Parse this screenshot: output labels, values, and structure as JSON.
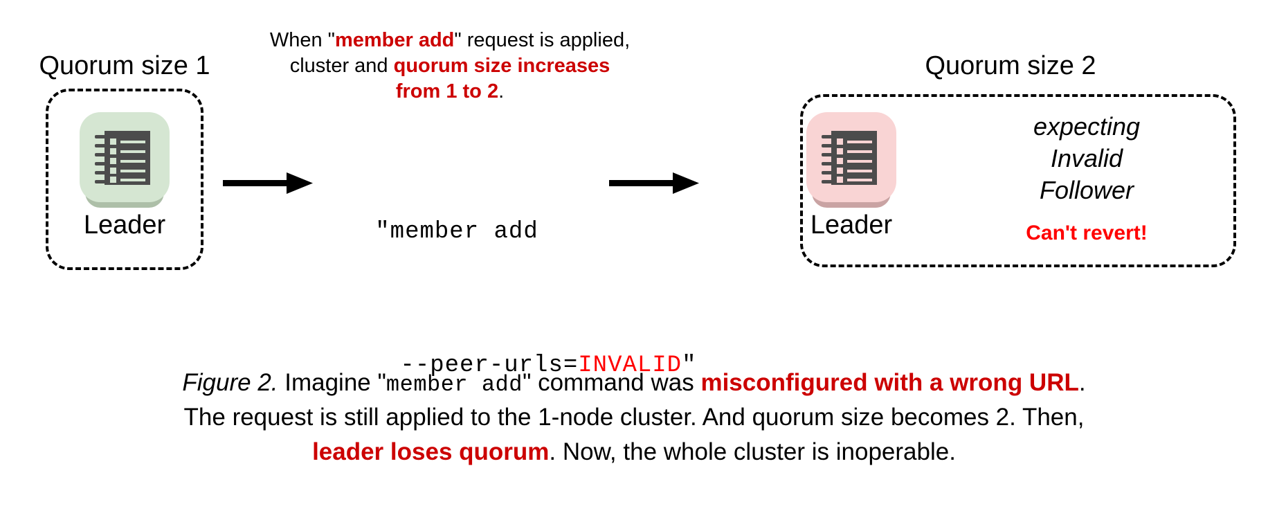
{
  "figure": {
    "left_cluster": {
      "title": "Quorum size 1",
      "node_label": "Leader",
      "node_icon": "ledger-node-icon",
      "node_color": "#d5e6d2"
    },
    "right_cluster": {
      "title": "Quorum size 2",
      "node_label": "Leader",
      "node_icon": "ledger-node-icon",
      "node_color": "#f9d4d4",
      "status_lines": [
        "expecting",
        "Invalid",
        "Follower"
      ],
      "warning": "Can't revert!",
      "warning_color": "#FF0000"
    },
    "annotation": {
      "line1_pre": "When \"",
      "line1_em": "member add",
      "line1_post": "\" request is applied,",
      "line2_pre": "cluster and ",
      "line2_em": "quorum size increases",
      "line3_em": "from 1 to 2",
      "line3_post": ".",
      "emphasis_color": "#CC0000"
    },
    "command": {
      "line1": "\"member add",
      "line2_pre": "--peer-urls=",
      "line2_value": "INVALID",
      "line2_post": "\"",
      "value_color": "#FF0000"
    },
    "arrows": {
      "left_arrow": "arrow-right-icon",
      "right_arrow": "arrow-right-icon"
    }
  },
  "caption": {
    "label": "Figure 2.",
    "l1_a": " Imagine \"",
    "l1_mono": "member add",
    "l1_b": "\" command was ",
    "l1_em": "misconfigured with a wrong URL",
    "l1_c": ".",
    "l2": "The request is still applied to the 1-node cluster. And quorum size becomes 2. Then,",
    "l3_em": "leader loses quorum",
    "l3_b": ". Now, the whole cluster is inoperable.",
    "emphasis_color": "#CC0000"
  }
}
